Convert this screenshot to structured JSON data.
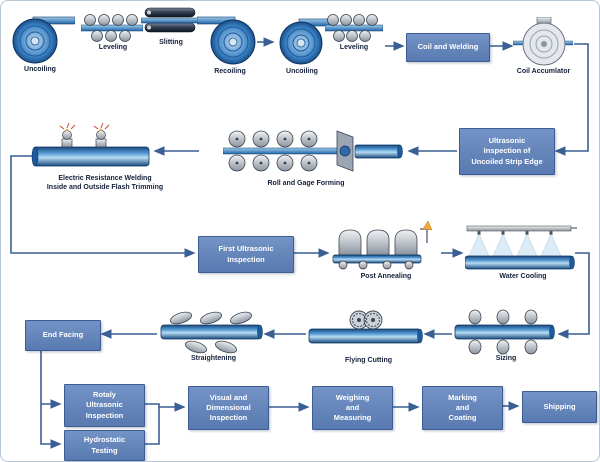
{
  "diagram": {
    "name": "pipe-manufacturing-process-flow",
    "colors": {
      "box_fill": "#5d7eb5",
      "box_border": "#3d5c96",
      "arrow": "#3a5f94",
      "pipe_dark": "#16487e",
      "pipe_light": "#b8dcf2",
      "roller_gray": "#8a949e",
      "spark_red": "#cc4433",
      "flame_orange": "#f2a83c"
    },
    "stages": {
      "uncoiling1": {
        "label": "Uncoiling",
        "icon": "steel-coil-icon"
      },
      "leveling1": {
        "label": "Leveling",
        "icon": "leveling-rollers-icon"
      },
      "slitting": {
        "label": "Slitting",
        "icon": "slitting-rollers-icon"
      },
      "recoiling": {
        "label": "Recoiling",
        "icon": "steel-coil-icon"
      },
      "uncoiling2": {
        "label": "Uncoiling",
        "icon": "steel-coil-icon"
      },
      "leveling2": {
        "label": "Leveling",
        "icon": "leveling-rollers-icon"
      },
      "coil_welding": {
        "label": "Coil and Welding"
      },
      "coil_accumulator": {
        "label": "Coil Accumlator",
        "icon": "coil-accumulator-icon"
      },
      "ultrasonic_edge": {
        "label": "Ultrasonic\nInspection of\nUncoiled Strip Edge"
      },
      "roll_gage_forming": {
        "label": "Roll and Gage Forming",
        "icon": "roll-forming-icon"
      },
      "erw": {
        "label": "Electric Resistance Welding\nInside and Outside Flash Trimming",
        "icon": "welded-pipe-icon"
      },
      "first_ultrasonic": {
        "label": "First Ultrasonic\nInspection"
      },
      "post_annealing": {
        "label": "Post Annealing",
        "icon": "annealing-furnace-icon"
      },
      "water_cooling": {
        "label": "Water Cooling",
        "icon": "water-spray-icon"
      },
      "sizing": {
        "label": "Sizing",
        "icon": "sizing-rollers-icon"
      },
      "flying_cutting": {
        "label": "Flying Cutting",
        "icon": "flying-cutter-icon"
      },
      "straightening": {
        "label": "Straightening",
        "icon": "straightening-rollers-icon"
      },
      "end_facing": {
        "label": "End Facing"
      },
      "rotaly_ultrasonic": {
        "label": "Rotaly\nUltrasonic\nInspection"
      },
      "hydrostatic": {
        "label": "Hydrostatic\nTesting"
      },
      "visual_dimensional": {
        "label": "Visual and\nDimensional\nInspection"
      },
      "weighing": {
        "label": "Weighing\nand\nMeasuring"
      },
      "marking": {
        "label": "Marking\nand\nCoating"
      },
      "shipping": {
        "label": "Shipping"
      }
    }
  }
}
